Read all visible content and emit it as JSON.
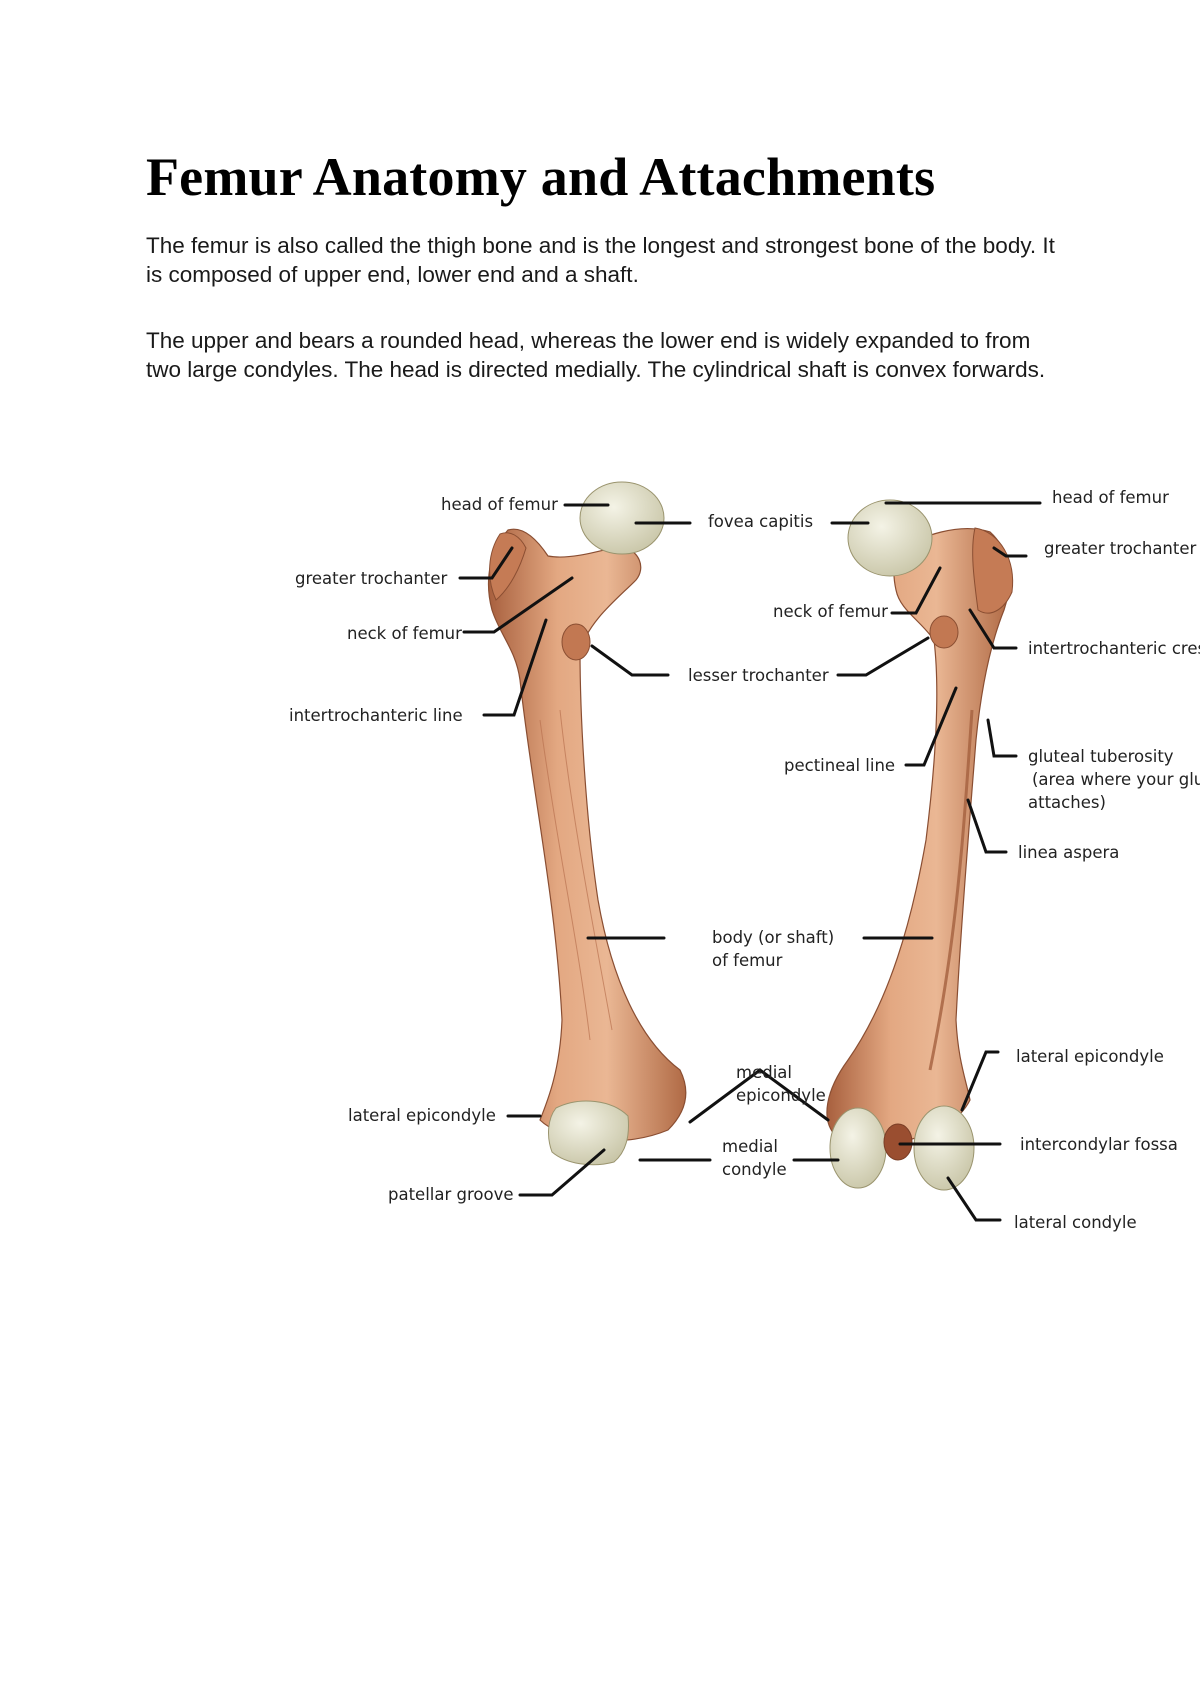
{
  "document": {
    "title": "Femur Anatomy and Attachments",
    "paragraphs": [
      "The femur is also called the thigh bone and is the longest and strongest bone of the body. It is composed of upper end, lower end and a shaft.",
      "The upper and bears a rounded head, whereas the lower end is widely expanded to from two large condyles. The head is directed medially. The cylindrical shaft is convex forwards."
    ]
  },
  "figure": {
    "labels": {
      "head_of_femur_left": "head of femur",
      "greater_trochanter_left": "greater trochanter",
      "neck_of_femur_left": "neck of femur",
      "intertrochanteric_line": "intertrochanteric line",
      "fovea_capitis": "fovea capitis",
      "lesser_trochanter": "lesser trochanter",
      "neck_of_femur_right": "neck of femur",
      "pectineal_line": "pectineal line",
      "body_shaft_line1": "body (or shaft)",
      "body_shaft_line2": "of femur",
      "medial_epicondyle_line1": "medial",
      "medial_epicondyle_line2": "epicondyle",
      "medial_condyle_line1": "medial",
      "medial_condyle_line2": "condyle",
      "lateral_epicondyle_left": "lateral epicondyle",
      "patellar_groove": "patellar groove",
      "head_of_femur_right": "head of femur",
      "greater_trochanter_right": "greater trochanter",
      "intertrochanteric_crest": "intertrochanteric cres",
      "gluteal_tuberosity_line1": "gluteal tuberosity",
      "gluteal_tuberosity_line2": "(area where your glu",
      "gluteal_tuberosity_line3": "attaches)",
      "linea_aspera": "linea aspera",
      "lateral_epicondyle_right": "lateral epicondyle",
      "intercondylar_fossa": "intercondylar fossa",
      "lateral_condyle": "lateral condyle"
    },
    "colors": {
      "bone_light": "#e8b08c",
      "bone_mid": "#c9825c",
      "bone_dark": "#9a5a3a",
      "cartilage": "#e4e2cc",
      "leader_line": "#111111"
    }
  }
}
